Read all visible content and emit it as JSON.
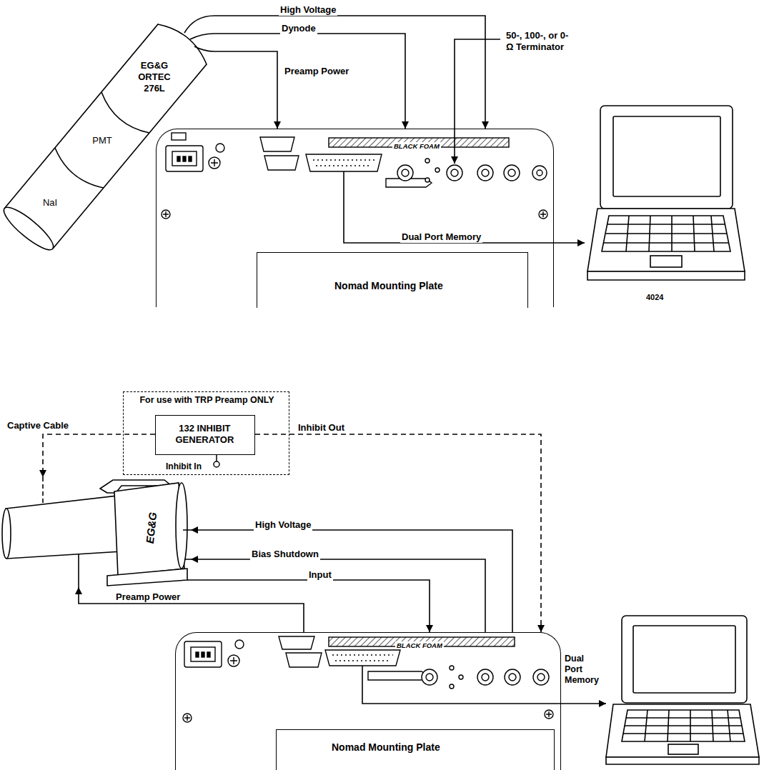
{
  "diagram": {
    "nodes": [
      {
        "text": [
          "NaI",
          "PMT",
          "EG&G ORTEC 276L"
        ]
      },
      {
        "text": [
          "BLACK FOAM"
        ]
      },
      {
        "text": [
          "Nomad Mounting Plate"
        ],
        "in": 1
      },
      {
        "text": [
          "4024"
        ]
      },
      {
        "text": [
          "For use with TRP Preamp ONLY"
        ]
      },
      {
        "text": [
          "132 INHIBIT GENERATOR"
        ],
        "in": 4
      },
      {
        "text": [
          "EG&G"
        ]
      },
      {
        "text": [
          "BLACK FOAM"
        ]
      },
      {
        "text": [
          "Nomad Mounting Plate"
        ],
        "in": 7
      },
      {
        "text": [
          "Dual Port Memory"
        ]
      }
    ],
    "edges": [
      {
        "from": 0,
        "to": 1,
        "label": "High Voltage",
        "arrow": "to"
      },
      {
        "from": 0,
        "to": 1,
        "label": "Dynode",
        "arrow": "to"
      },
      {
        "from": 0,
        "to": 1,
        "label": "Preamp Power",
        "arrow": "to"
      },
      {
        "from": 1,
        "to": 3,
        "label": "Dual Port Memory",
        "arrow": "to"
      },
      {
        "from": 5,
        "to": 6,
        "label": "Captive Cable",
        "arrow": "to"
      },
      {
        "from": 5,
        "to": 7,
        "label": "Inhibit Out",
        "arrow": "to"
      },
      {
        "from": 7,
        "to": 6,
        "label": "High Voltage",
        "arrow": "to"
      },
      {
        "from": 7,
        "to": 6,
        "label": "Bias Shutdown",
        "arrow": "to"
      },
      {
        "from": 6,
        "to": 7,
        "label": "Input",
        "arrow": "to"
      },
      {
        "from": 7,
        "to": 6,
        "label": "Preamp Power",
        "arrow": "to"
      },
      {
        "from": 7,
        "to": 9,
        "arrow": "to"
      }
    ],
    "labels": [
      "50-, 100-, or 0-Ω Terminator",
      "Inhibit In"
    ]
  }
}
